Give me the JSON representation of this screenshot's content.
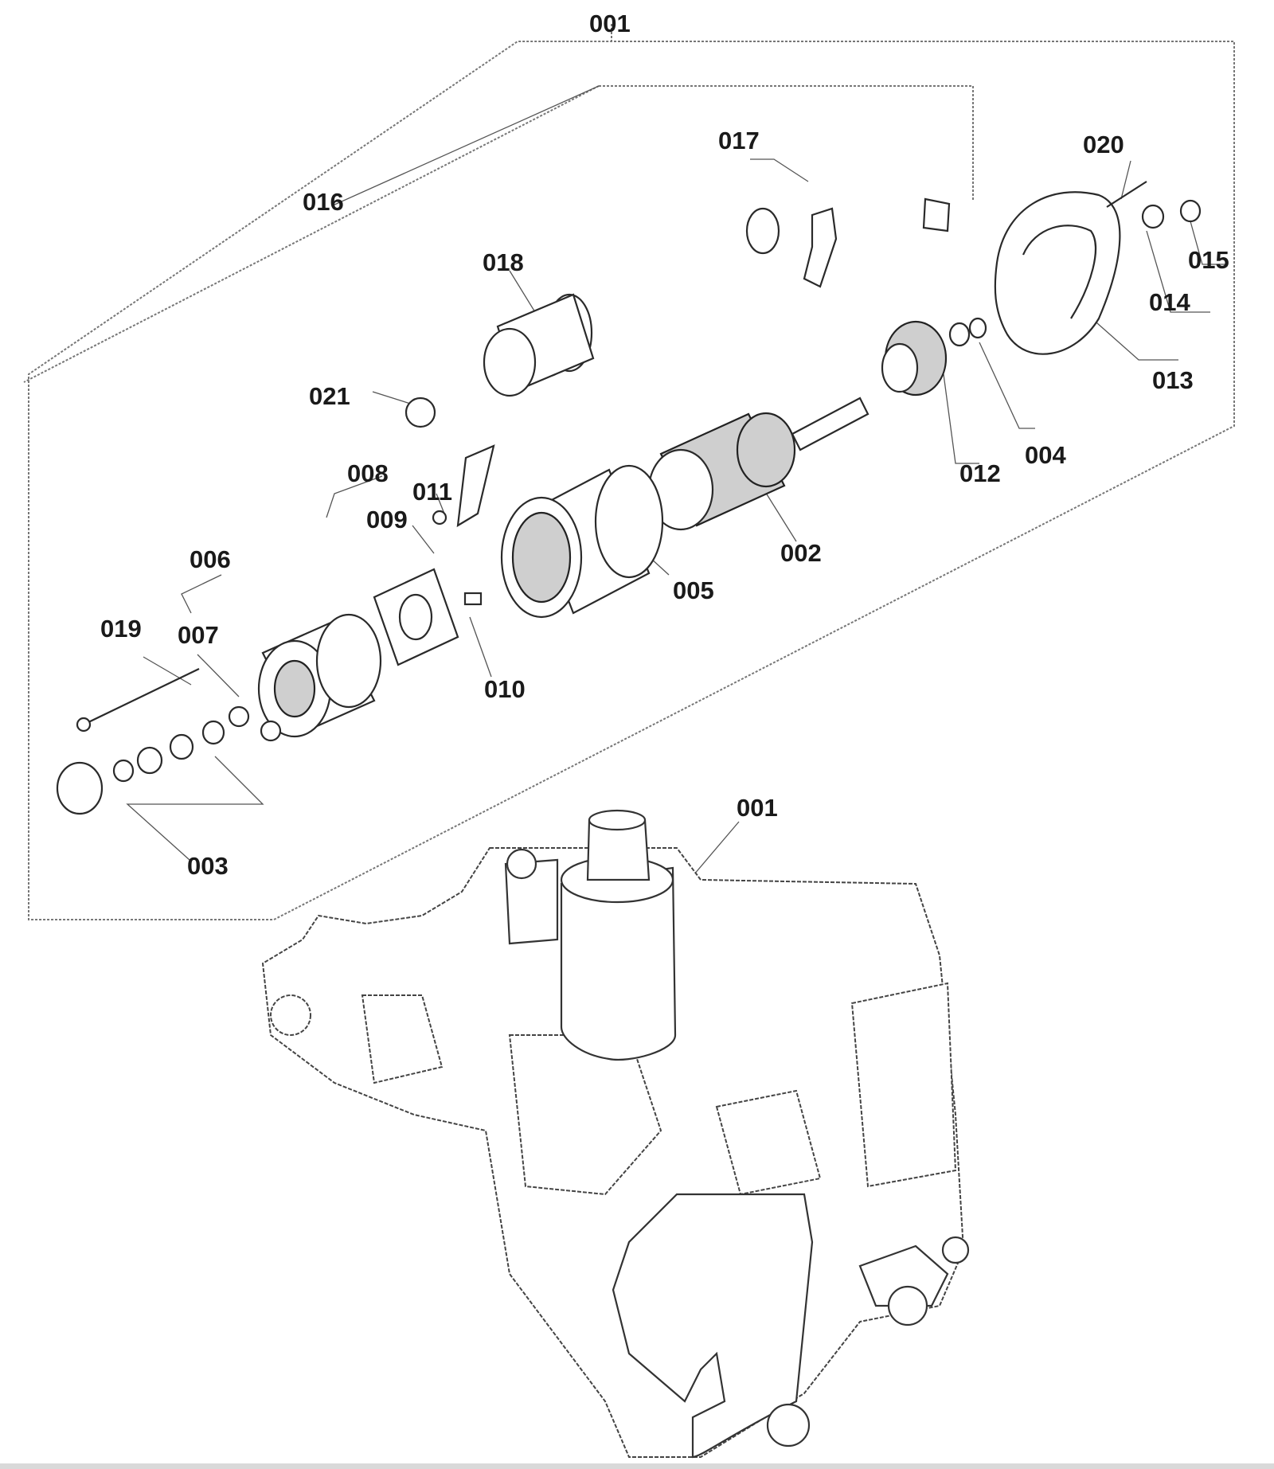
{
  "diagram": {
    "callouts": [
      {
        "id": "001",
        "label": "001"
      },
      {
        "id": "016",
        "label": "016"
      },
      {
        "id": "017",
        "label": "017"
      },
      {
        "id": "020",
        "label": "020"
      },
      {
        "id": "015",
        "label": "015"
      },
      {
        "id": "014",
        "label": "014"
      },
      {
        "id": "013",
        "label": "013"
      },
      {
        "id": "018",
        "label": "018"
      },
      {
        "id": "021",
        "label": "021"
      },
      {
        "id": "012",
        "label": "012"
      },
      {
        "id": "004",
        "label": "004"
      },
      {
        "id": "008",
        "label": "008"
      },
      {
        "id": "011",
        "label": "011"
      },
      {
        "id": "009",
        "label": "009"
      },
      {
        "id": "002",
        "label": "002"
      },
      {
        "id": "006",
        "label": "006"
      },
      {
        "id": "005",
        "label": "005"
      },
      {
        "id": "019",
        "label": "019"
      },
      {
        "id": "007",
        "label": "007"
      },
      {
        "id": "010",
        "label": "010"
      },
      {
        "id": "003",
        "label": "003"
      },
      {
        "id": "001b",
        "label": "001"
      }
    ]
  }
}
